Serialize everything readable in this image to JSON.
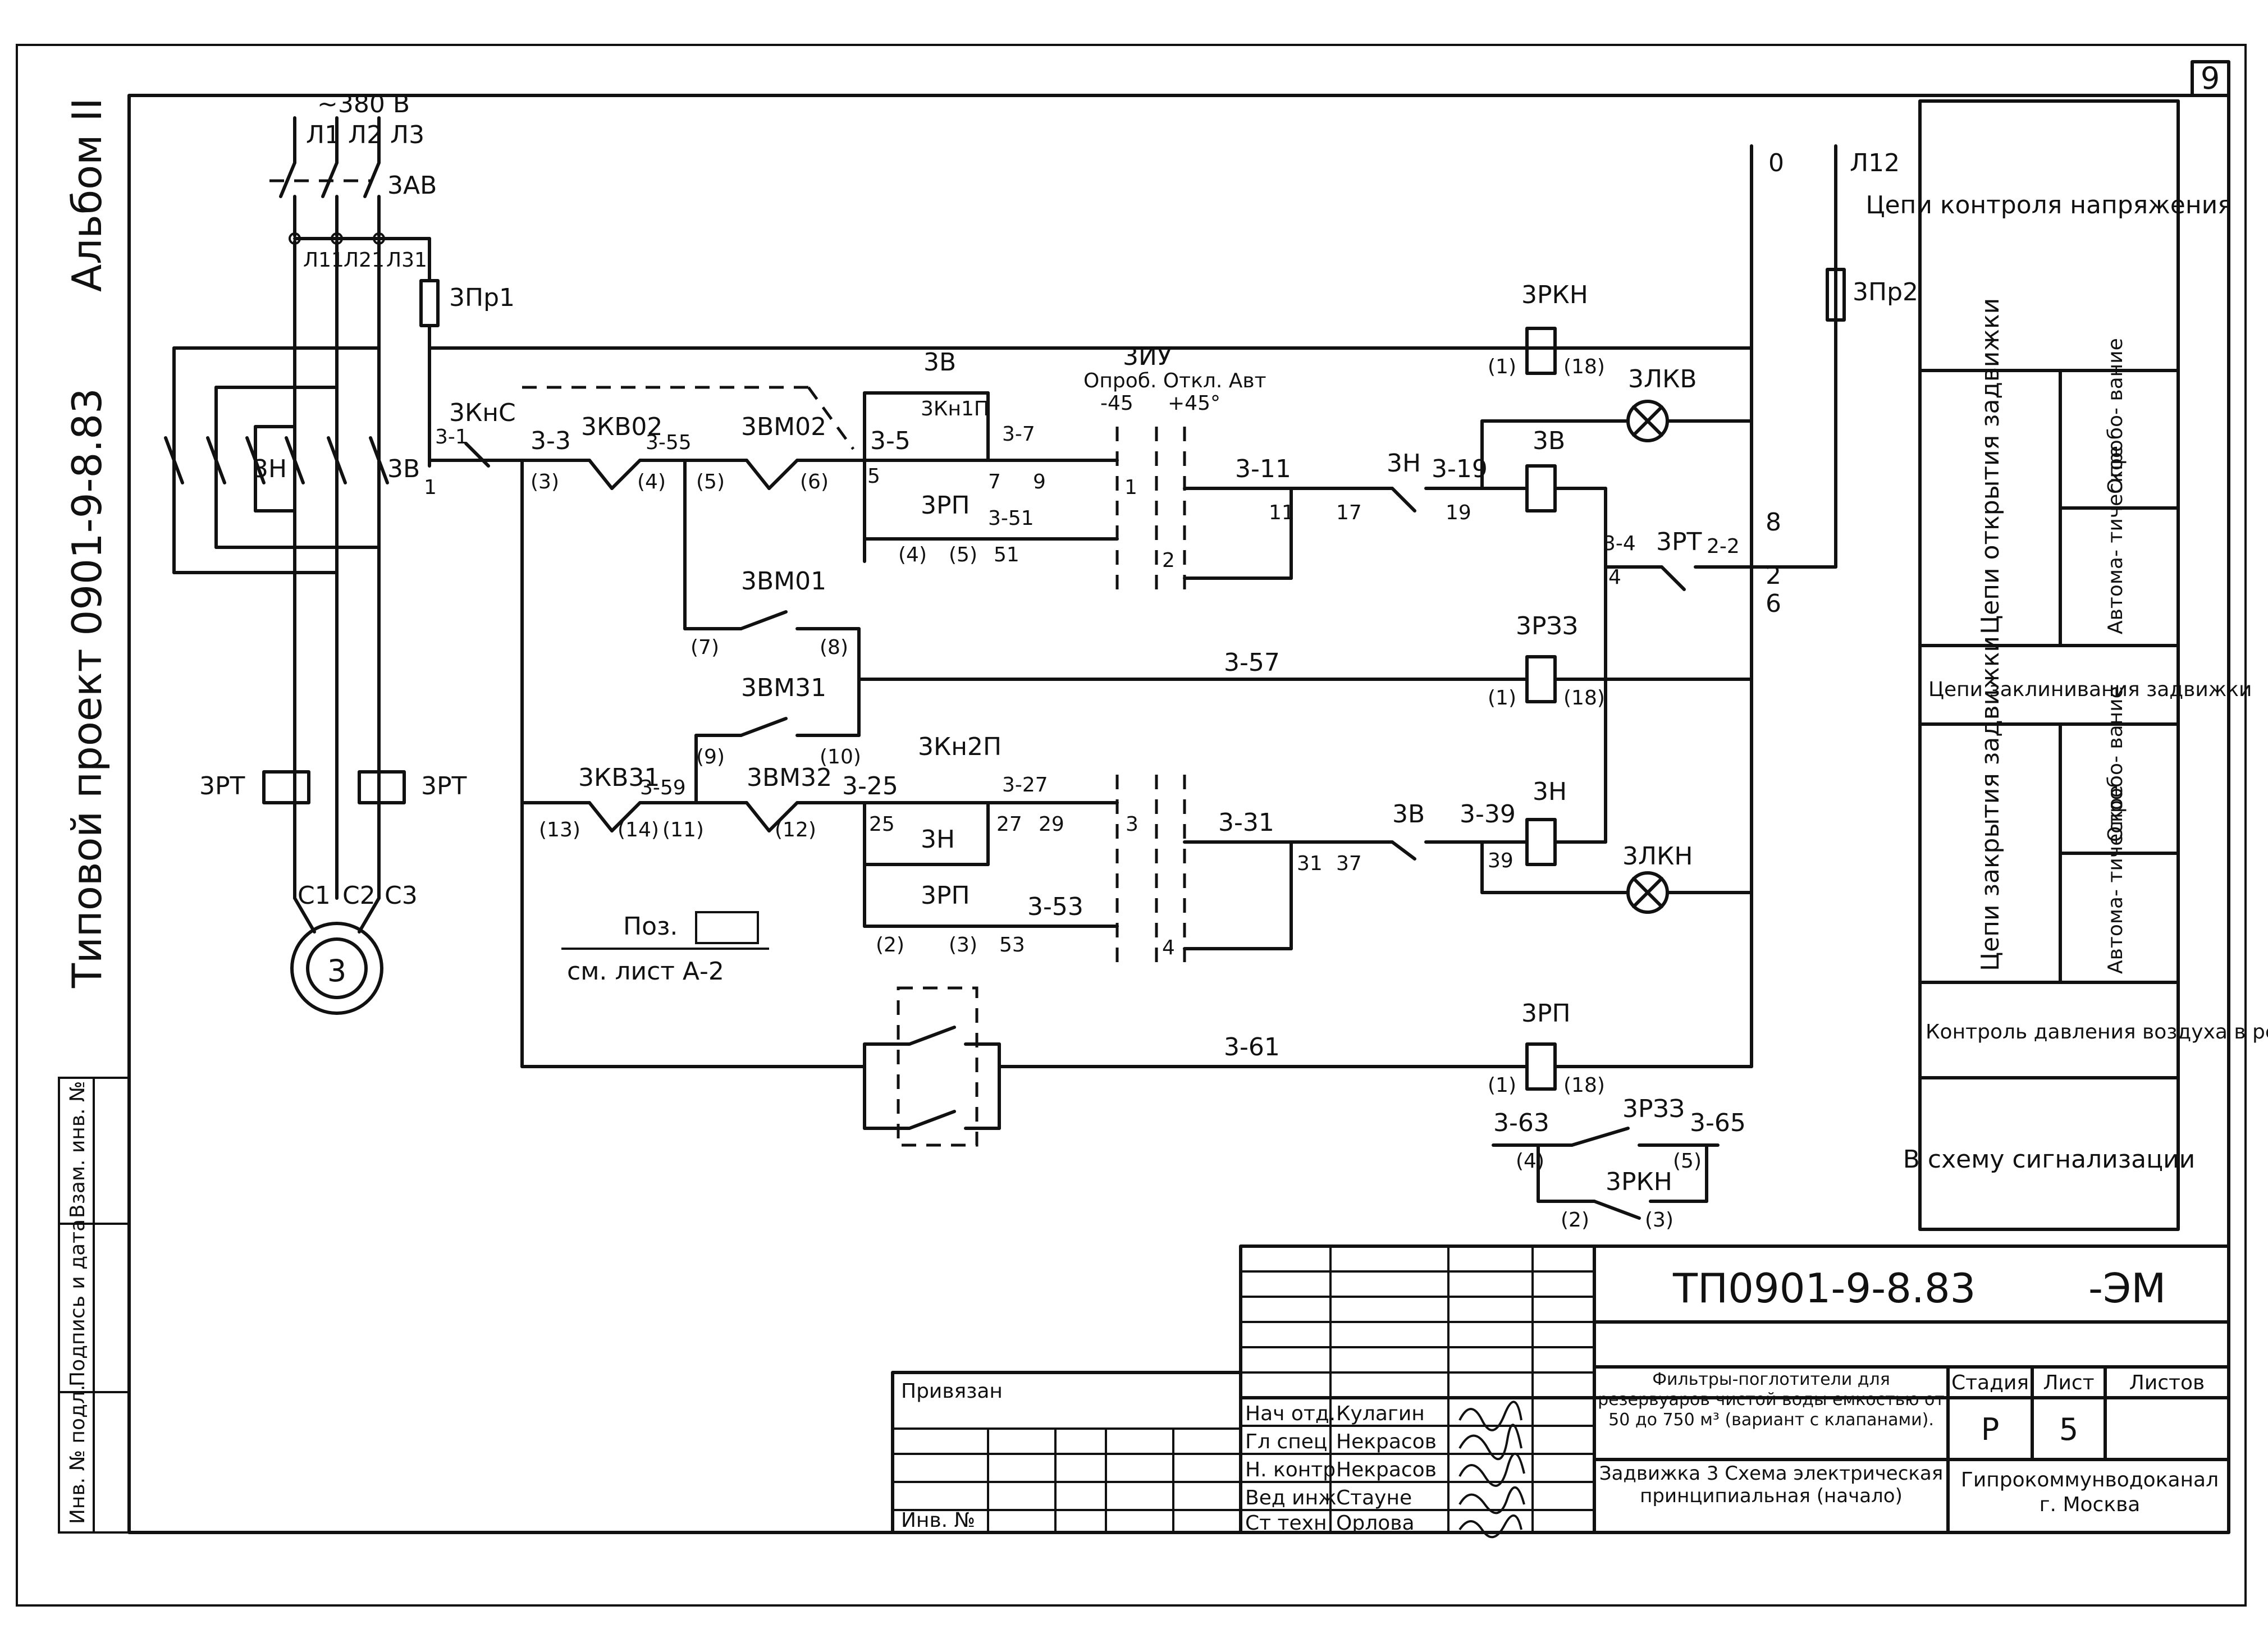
{
  "sheet": {
    "page_number": "9",
    "side_label_album": "Альбом II",
    "side_label_project": "Типовой проект 0901-9-8.83",
    "left_stamp": [
      "Инв. № подл.",
      "Подпись и дата",
      "Взам. инв. №"
    ]
  },
  "power": {
    "supply": "~380 В",
    "phases_in": [
      "Л1",
      "Л2",
      "Л3"
    ],
    "breaker": "3АВ",
    "phases_out": [
      "Л11",
      "Л21",
      "Л31"
    ],
    "fuse1": "3Пр1",
    "contactor_open": "3В",
    "contactor_close": "3Н",
    "thermal_left": "3РТ",
    "thermal_right": "3РТ",
    "motor_terms": [
      "С1",
      "С2",
      "С3"
    ],
    "motor": "3"
  },
  "control": {
    "stop_button": "3КнС",
    "node_3_1": "3-1",
    "node_1": "1",
    "node_3_3": "3-3",
    "node_p3": "(3)",
    "kv02": "3КВ02",
    "node_3_55": "3-55",
    "node_p4": "(4)",
    "node_p5": "(5)",
    "vm02": "3ВМ02",
    "node_p6": "(6)",
    "open_contact": "3В",
    "open_button": "3Кн1П",
    "node_3_5": "3-5",
    "node_5": "5",
    "node_3_7": "3-7",
    "node_7": "7",
    "node_9": "9",
    "rp_open": "3РП",
    "node_p4b": "(4)",
    "node_p5b": "(5)",
    "node_3_51": "3-51",
    "node_51": "51",
    "selector": "3ИУ",
    "selector_modes": "Опроб. Откл. Авт",
    "selector_angles": [
      "-45",
      "+45°"
    ],
    "sel_pos_1": "1",
    "sel_pos_2": "2",
    "node_3_11": "3-11",
    "node_11": "11",
    "node_17": "17",
    "n_contact": "3Н",
    "node_3_19": "3-19",
    "node_19": "19",
    "coil_open": "3В",
    "node_3_4": "3-4",
    "node_4": "4",
    "rt_contact": "3РТ",
    "node_2_2": "2-2",
    "vm01": "3ВМ01",
    "node_p7": "(7)",
    "node_p8": "(8)",
    "wire_3_57": "3-57",
    "coil_rzz": "3РЗЗ",
    "rzz_p1": "(1)",
    "rzz_p18": "(18)",
    "vm31": "3ВМ31",
    "node_p9": "(9)",
    "node_p10": "(10)",
    "kv31": "3КВ31",
    "node_3_59": "3-59",
    "node_p13": "(13)",
    "node_p14": "(14)",
    "node_p11": "(11)",
    "vm32": "3ВМ32",
    "node_p12": "(12)",
    "node_3_25": "3-25",
    "node_25": "25",
    "close_button": "3Кн2П",
    "node_3_27": "3-27",
    "node_27": "27",
    "node_29": "29",
    "close_contact": "3Н",
    "rp_close": "3РП",
    "node_p2": "(2)",
    "node_p3b": "(3)",
    "node_3_53": "3-53",
    "node_53": "53",
    "sel_pos_3": "3",
    "sel_pos_4": "4",
    "node_3_31": "3-31",
    "node_31": "31",
    "node_37": "37",
    "v_contact": "3В",
    "node_3_39": "3-39",
    "node_39": "39",
    "coil_close": "3Н",
    "lamp_close": "3ЛКН",
    "pos_label": "Поз.",
    "ref_label": "см. лист А-2",
    "wire_3_61": "3-61",
    "coil_rp": "3РП",
    "rp_p1": "(1)",
    "rp_p18": "(18)",
    "node_3_63": "3-63",
    "rzz_contact": "3РЗЗ",
    "node_3_65": "3-65",
    "node_p4c": "(4)",
    "node_p5c": "(5)",
    "rkn_contact": "3РКН",
    "node_p2c": "(2)",
    "node_p3c": "(3)",
    "bus_0": "0",
    "bus_l12": "Л12",
    "fuse2": "3Пр2",
    "coil_rkn": "3РКН",
    "rkn_p1": "(1)",
    "rkn_p18": "(18)",
    "lamp_open": "3ЛКВ",
    "bus_8": "8",
    "bus_2": "2",
    "bus_6": "6"
  },
  "legend": {
    "voltage": "Цепи контроля напряжения",
    "opening": "Цепи открытия задвижки",
    "test1": "Опробо- вание",
    "auto1": "Автома- тическое",
    "wedge": "Цепи заклинивания задвижки",
    "closing": "Цепи закрытия задвижки",
    "test2": "Опробо- вание",
    "auto2": "Автома- тическое",
    "pressure": "Контроль давления воздуха в резервуаре",
    "signal": "В схему сигнализации"
  },
  "titleblock": {
    "code": "ТП0901-9-8.83",
    "suffix": "-ЭМ",
    "bound": "Привязан",
    "inv": "Инв. №",
    "roles": [
      "Нач отд.",
      "Гл спец.",
      "Н. контр",
      "Вед инж",
      "Ст техн"
    ],
    "names": [
      "Кулагин",
      "Некрасов",
      "Некрасов",
      "Стауне",
      "Орлова"
    ],
    "desc": "Фильтры-поглотители для резервуаров чистой воды емкостью от 50 до 750 м³ (вариант с клапанами).",
    "title": "Задвижка 3 Схема электрическая принципиальная (начало)",
    "stage_h": "Стадия",
    "sheet_h": "Лист",
    "sheets_h": "Листов",
    "stage": "Р",
    "sheet": "5",
    "org": "Гипрокоммунводоканал г. Москва"
  }
}
